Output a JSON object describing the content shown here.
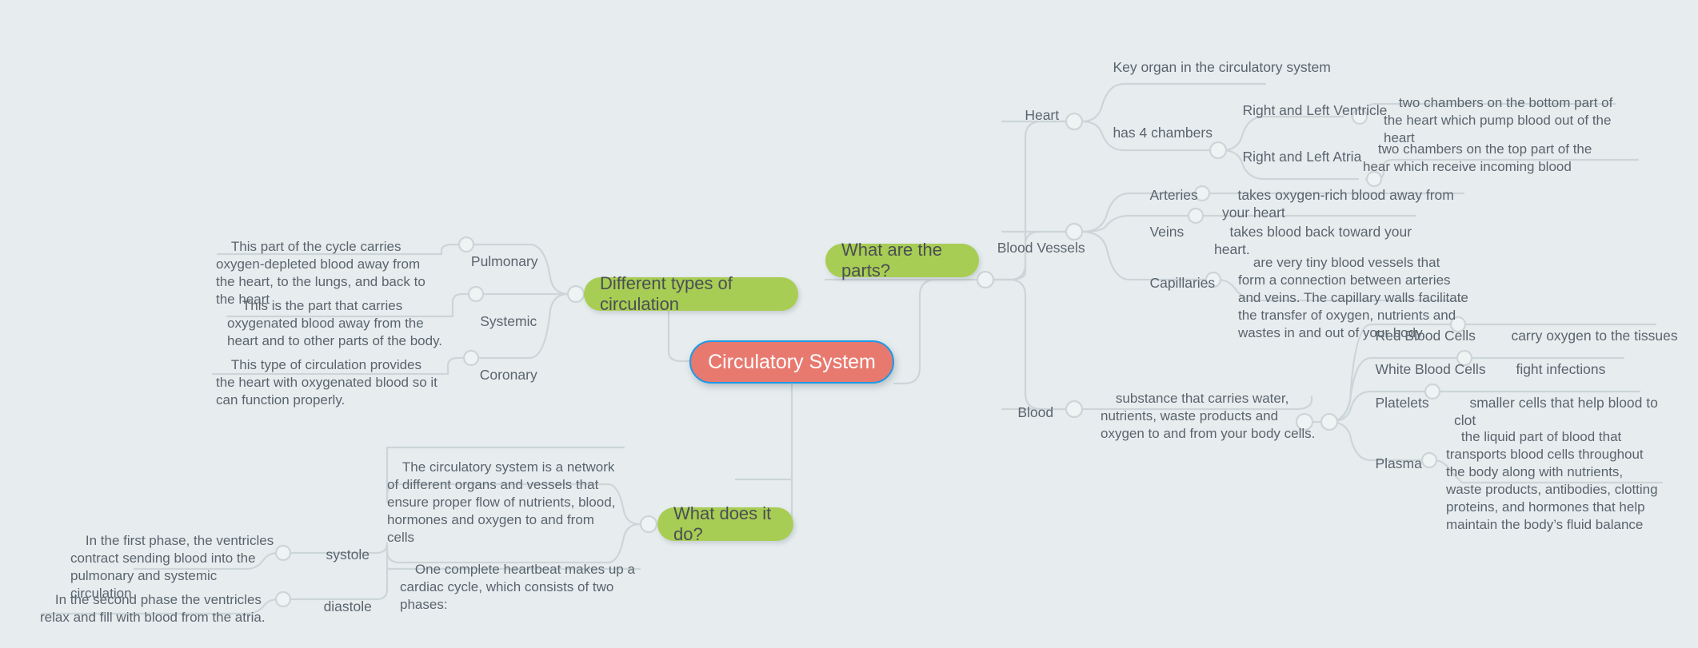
{
  "theme": {
    "background": "#e7edef",
    "wire": "#ccd5d8",
    "text": "#5a646d",
    "branch_green": "#a8cd54",
    "root_fill": "#e8796f",
    "root_border": "#1a9ae8",
    "root_text": "#ffffff"
  },
  "map": {
    "root": {
      "label": "Circulatory System"
    },
    "branches": {
      "types_of_circulation": {
        "label": "Different types of circulation",
        "children": [
          {
            "label": "Pulmonary",
            "note": "This part of the cycle carries oxygen-depleted blood away from the heart, to the lungs, and back to the heart"
          },
          {
            "label": "Systemic",
            "note": "This is the part that carries oxygenated blood away from the heart and to other parts of the body."
          },
          {
            "label": "Coronary",
            "note": "This type of circulation provides the heart with oxygenated blood so it can function properly."
          }
        ]
      },
      "what_are_the_parts": {
        "label": "What are the parts?",
        "children": [
          {
            "label": "Heart",
            "notes": [
              "Key organ in the circulatory system",
              "has 4 chambers"
            ],
            "children": [
              {
                "label": "Right and Left Ventricle",
                "note": "two chambers on the bottom part of the heart which pump blood out of the heart"
              },
              {
                "label": "Right and Left Atria",
                "note": "two chambers on the top part of the hear which receive incoming blood"
              }
            ]
          },
          {
            "label": "Blood Vessels",
            "children": [
              {
                "label": "Arteries",
                "note": "takes oxygen-rich blood away from your heart"
              },
              {
                "label": "Veins",
                "note": "takes blood back toward your heart."
              },
              {
                "label": "Capillaries",
                "note": "are very tiny blood vessels that form a connection between arteries and veins. The capillary walls facilitate the transfer of oxygen, nutrients and wastes in and out of your body."
              }
            ]
          },
          {
            "label": "Blood",
            "note": "substance that carries water, nutrients, waste products and oxygen to and from your body cells.",
            "children": [
              {
                "label": "Red Blood Cells",
                "note": "carry oxygen to the tissues"
              },
              {
                "label": "White Blood Cells",
                "note": "fight infections"
              },
              {
                "label": "Platelets",
                "note": "smaller cells that help blood to clot"
              },
              {
                "label": "Plasma",
                "note": "the liquid part of blood that transports blood cells throughout the body along with nutrients, waste products, antibodies, clotting proteins, and hormones that help maintain the body’s fluid balance"
              }
            ]
          }
        ]
      },
      "what_does_it_do": {
        "label": "What does it do?",
        "notes": [
          "The circulatory system is a network of different organs and vessels that ensure proper flow of nutrients, blood, hormones and oxygen to and from cells",
          "One complete heartbeat makes up a cardiac cycle, which consists of two phases:"
        ],
        "children": [
          {
            "label": "systole",
            "note": "In the first phase, the ventricles contract sending blood into the pulmonary and systemic circulation"
          },
          {
            "label": "diastole",
            "note": "In the second phase the ventricles relax and fill with blood from the atria."
          }
        ]
      }
    }
  }
}
